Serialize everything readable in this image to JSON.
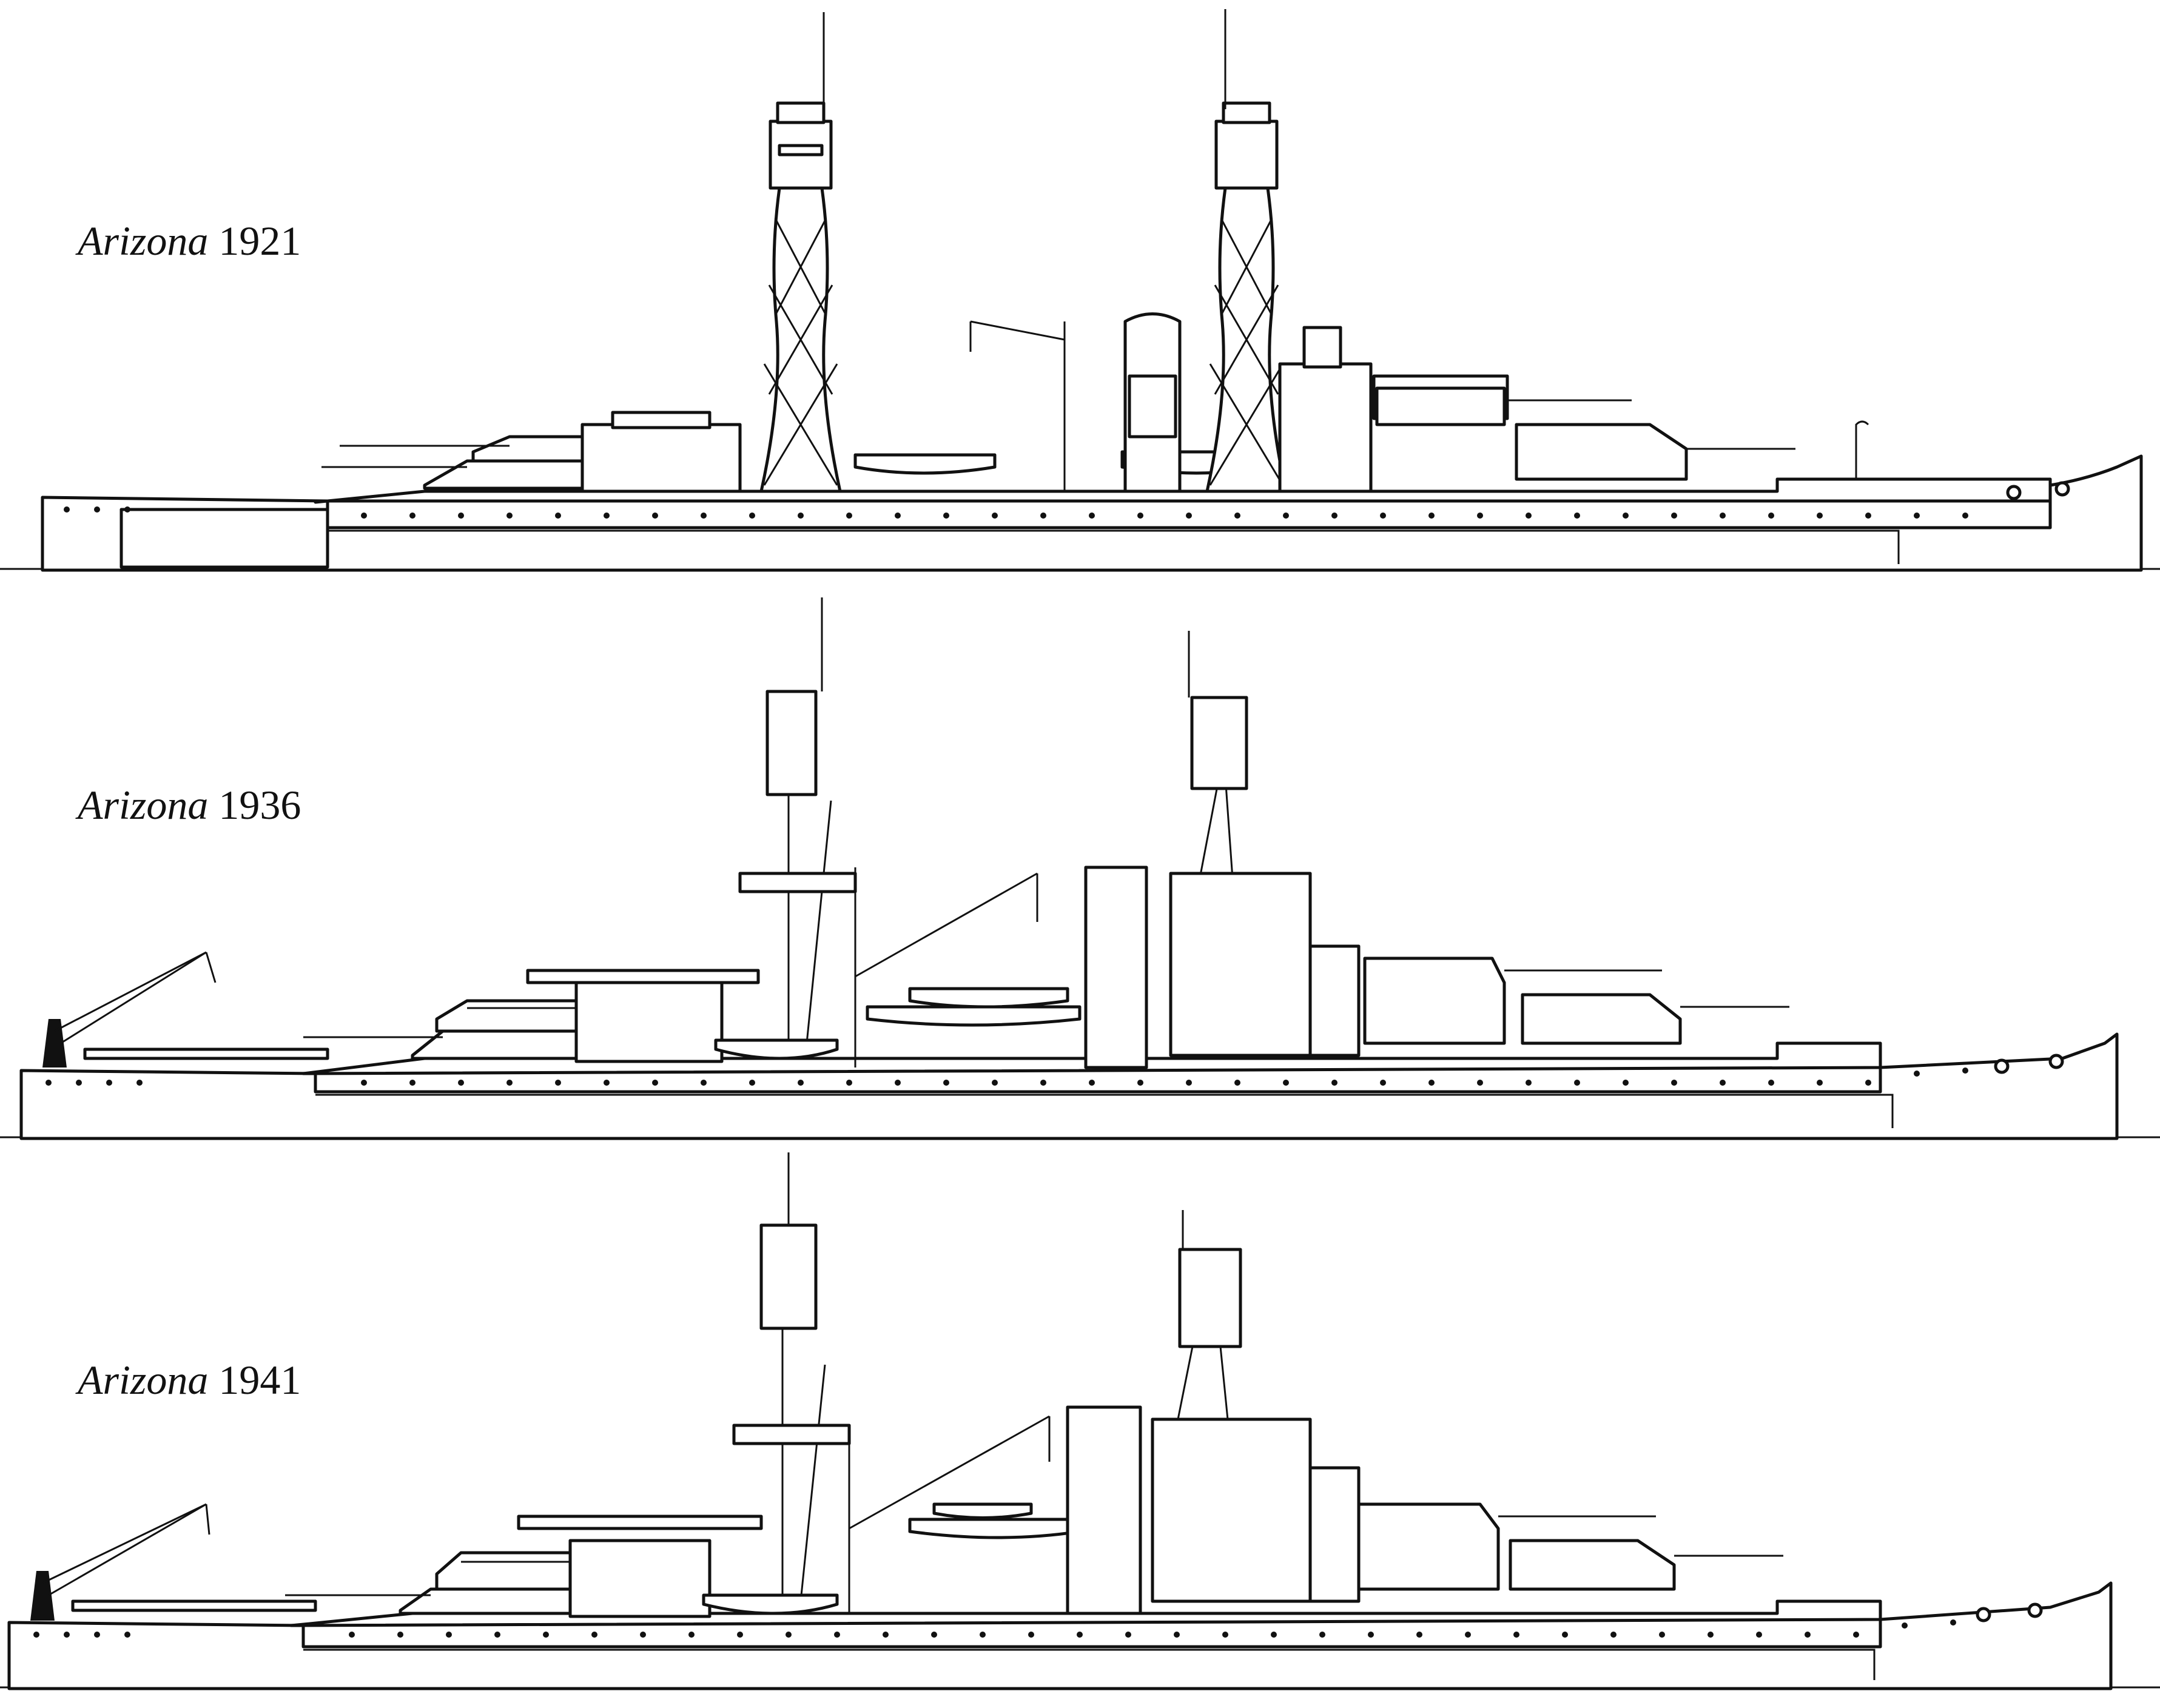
{
  "profiles": [
    {
      "name": "Arizona",
      "year": "1921"
    },
    {
      "name": "Arizona",
      "year": "1936"
    },
    {
      "name": "Arizona",
      "year": "1941"
    }
  ],
  "colors": {
    "ink": "#111111",
    "paper": "#ffffff"
  }
}
